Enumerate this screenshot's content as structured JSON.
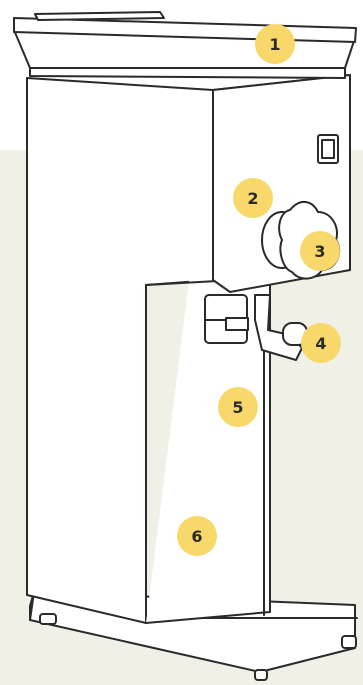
{
  "colors": {
    "background_top": "#ffffff",
    "background_bottom": "#f0f0e6",
    "line": "#2a2a2a",
    "body_fill": "#ffffff",
    "badge_fill": "#f8d86a",
    "badge_text": "#2b2b2b"
  },
  "callouts": [
    {
      "label": "1"
    },
    {
      "label": "2"
    },
    {
      "label": "3"
    },
    {
      "label": "4"
    },
    {
      "label": "5"
    },
    {
      "label": "6"
    }
  ]
}
